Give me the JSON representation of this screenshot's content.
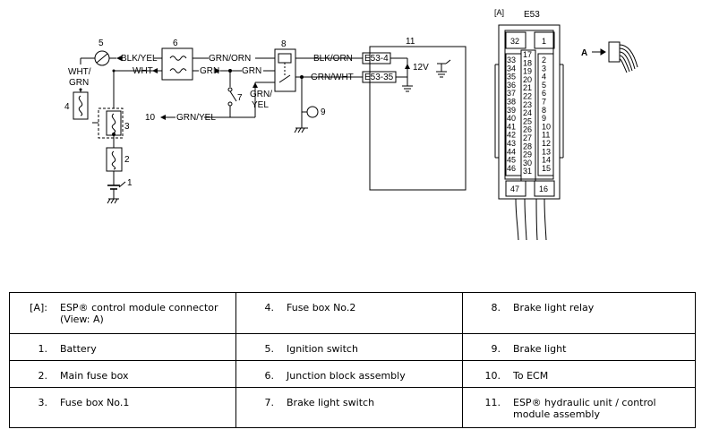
{
  "diagram": {
    "wires": {
      "blk_yel": "BLK/YEL",
      "wht_grn_1": "WHT/",
      "wht_grn_2": "GRN",
      "wht": "WHT",
      "grn_orn": "GRN/ORN",
      "grn_a": "GRN",
      "grn_b": "GRN",
      "grn_yel_1": "GRN/",
      "grn_yel_2": "YEL",
      "blk_orn": "BLK/ORN",
      "grn_wht": "GRN/WHT",
      "grn_yel_ecm": "GRN/YEL",
      "v12": "12V"
    },
    "terminals": {
      "e53_4": "E53-4",
      "e53_35": "E53-35"
    },
    "callouts": {
      "n1": "1",
      "n2": "2",
      "n3": "3",
      "n4": "4",
      "n5": "5",
      "n6": "6",
      "n7": "7",
      "n8": "8",
      "n9": "9",
      "n10": "10",
      "n11": "11"
    },
    "connector": {
      "label": "[A]",
      "name": "E53",
      "view_label": "A",
      "corner_pins": [
        "32",
        "1",
        "47",
        "16"
      ],
      "left_col": [
        "33",
        "34",
        "35",
        "36",
        "37",
        "38",
        "39",
        "40",
        "41",
        "42",
        "43",
        "44",
        "45",
        "46"
      ],
      "mid_col": [
        "17",
        "18",
        "19",
        "20",
        "21",
        "22",
        "23",
        "24",
        "25",
        "26",
        "27",
        "28",
        "29",
        "30",
        "31"
      ],
      "right_col": [
        "2",
        "3",
        "4",
        "5",
        "6",
        "7",
        "8",
        "9",
        "10",
        "11",
        "12",
        "13",
        "14",
        "15"
      ]
    }
  },
  "legend": {
    "rows": [
      [
        {
          "num": "[A]:",
          "text": "ESP® control module connector (View: A)"
        },
        {
          "num": "4.",
          "text": "Fuse box No.2"
        },
        {
          "num": "8.",
          "text": "Brake light relay"
        }
      ],
      [
        {
          "num": "1.",
          "text": "Battery"
        },
        {
          "num": "5.",
          "text": "Ignition switch"
        },
        {
          "num": "9.",
          "text": "Brake light"
        }
      ],
      [
        {
          "num": "2.",
          "text": "Main fuse box"
        },
        {
          "num": "6.",
          "text": "Junction block assembly"
        },
        {
          "num": "10.",
          "text": "To ECM"
        }
      ],
      [
        {
          "num": "3.",
          "text": "Fuse box No.1"
        },
        {
          "num": "7.",
          "text": "Brake light switch"
        },
        {
          "num": "11.",
          "text": "ESP® hydraulic unit / control module assembly"
        }
      ]
    ]
  }
}
